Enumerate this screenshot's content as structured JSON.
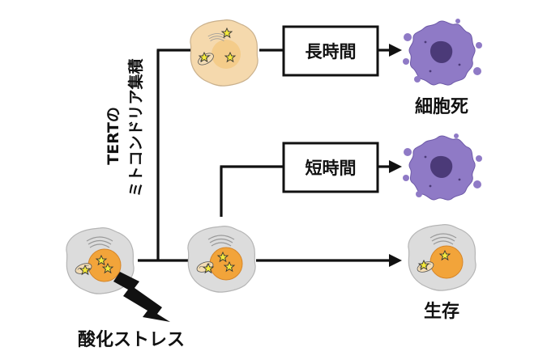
{
  "labels": {
    "vertical_line1": "TERTの",
    "vertical_line2": "ミトコンドリア集積",
    "box_long": "長時間",
    "box_short": "短時間",
    "outcome_death": "細胞死",
    "outcome_survival": "生存",
    "stimulus": "酸化ストレス"
  },
  "colors": {
    "line": "#111111",
    "cell_gray": "#dcdcdc",
    "cell_orange_light": "#f5d9ad",
    "nucleus_orange": "#f2a43a",
    "dead_purple": "#8f7ac6",
    "dead_core": "#4b3a78",
    "star": "#f5ea3c"
  },
  "icons": {
    "cell": "cell-icon",
    "dead_cell": "dead-cell-icon",
    "lightning": "lightning-bolt-icon",
    "mitochondria": "mitochondria-icon",
    "star": "star-icon"
  }
}
